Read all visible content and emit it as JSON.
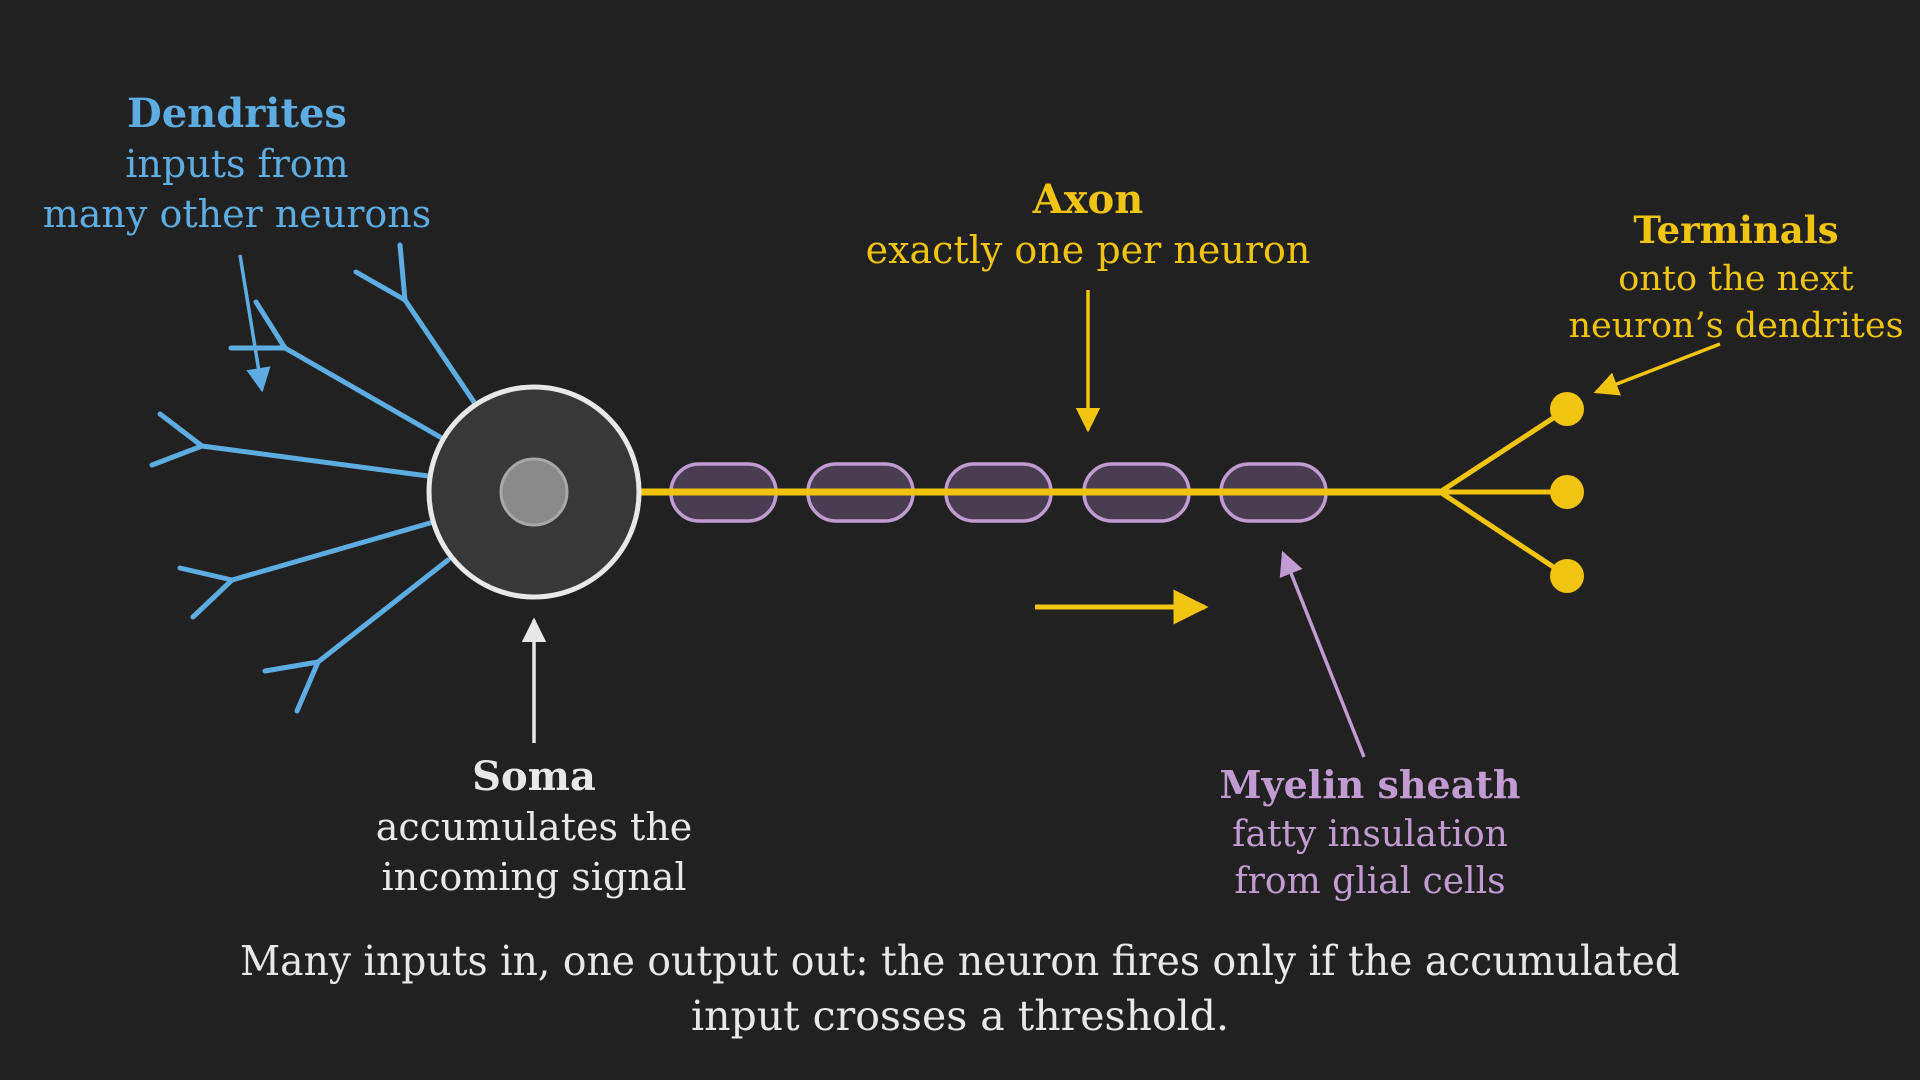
{
  "colors": {
    "background": "#212121",
    "dendrite": "#5dade2",
    "soma_outline": "#e8e8e8",
    "soma_fill": "#383838",
    "nucleus": "#8a8a8a",
    "axon": "#f1c40f",
    "myelin": "#c39bd3",
    "myelin_fill": "#4a3d52",
    "text_light": "#e8e8e8"
  },
  "labels": {
    "dendrites": {
      "title": "Dendrites",
      "line1": "inputs from",
      "line2": "many other neurons"
    },
    "axon": {
      "title": "Axon",
      "line1": "exactly one per neuron"
    },
    "terminals": {
      "title": "Terminals",
      "line1": "onto the next",
      "line2": "neuron’s dendrites"
    },
    "soma": {
      "title": "Soma",
      "line1": "accumulates the",
      "line2": "incoming signal"
    },
    "myelin": {
      "title": "Myelin sheath",
      "line1": "fatty insulation",
      "line2": "from glial cells"
    }
  },
  "caption": {
    "line1": "Many inputs in, one output out: the neuron fires only if the accumulated",
    "line2": "input crosses a threshold."
  },
  "parts": {
    "myelin_segment_count": 5,
    "terminal_count": 3
  }
}
